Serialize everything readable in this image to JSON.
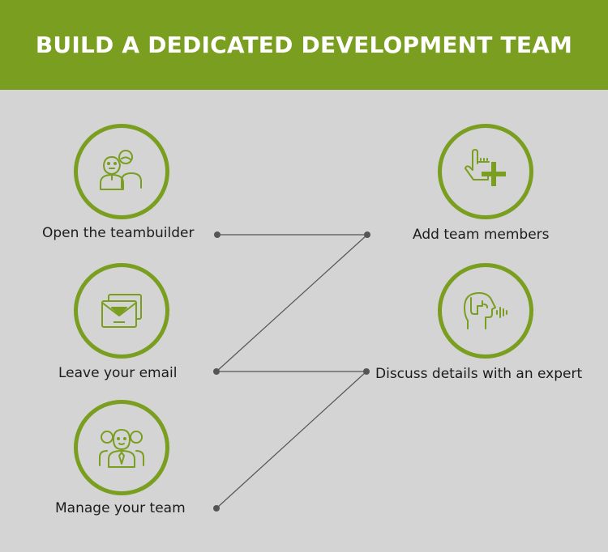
{
  "title": "BUILD A DEDICATED DEVELOPMENT TEAM",
  "steps": {
    "open": {
      "label": "Open the teambuilder",
      "icon": "people-icon"
    },
    "email": {
      "label": "Leave your email",
      "icon": "envelope-icon"
    },
    "manage": {
      "label": "Manage your team",
      "icon": "team-icon"
    },
    "add": {
      "label": "Add team members",
      "icon": "hand-plus-icon"
    },
    "discuss": {
      "label": "Discuss details with an expert",
      "icon": "speaking-head-icon"
    }
  },
  "colors": {
    "accent": "#7a9e1f",
    "background": "#d4d4d4",
    "connector": "#555555",
    "text": "#1c1c1c"
  }
}
